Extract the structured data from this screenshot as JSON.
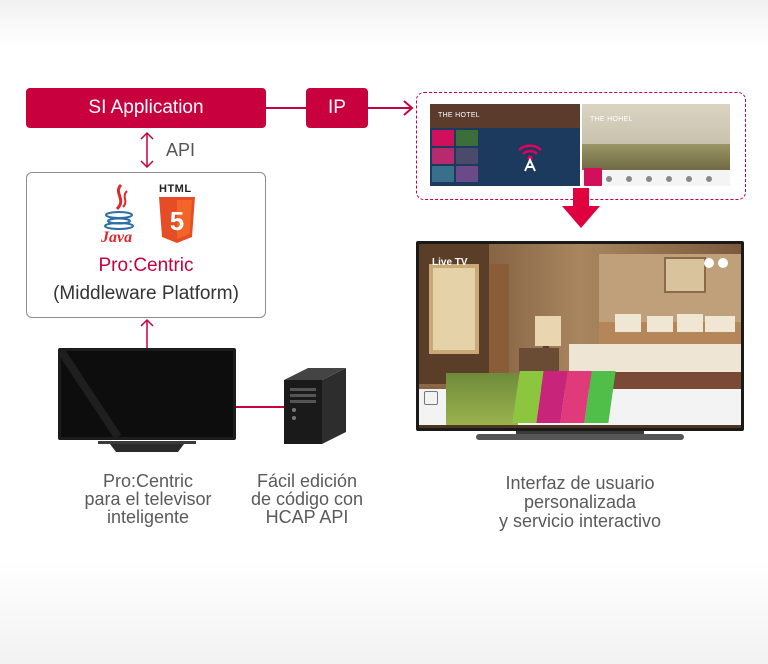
{
  "si_app": {
    "label": "SI Application"
  },
  "ip": {
    "label": "IP"
  },
  "api": {
    "label": "API"
  },
  "middleware": {
    "java_label": "Java",
    "html_label": "HTML",
    "html_number": "5",
    "brand": "Pro:Centric",
    "platform": "(Middleware Platform)"
  },
  "screens": {
    "left_title": "THE HOTEL",
    "right_title": "THE HOHEL"
  },
  "tv": {
    "live_label": "Live TV"
  },
  "captions": {
    "tv": [
      "Pro:Centric",
      "para el televisor",
      "inteligente"
    ],
    "server": [
      "Fácil edición",
      "de código con",
      "HCAP API"
    ],
    "interface": [
      "Interfaz de usuario",
      "personalizada",
      "y servicio interactivo"
    ]
  },
  "colors": {
    "accent": "#c8003d",
    "java_red": "#e3262a",
    "html5_orange": "#e44d26",
    "caption_gray": "#5a5a5a"
  }
}
